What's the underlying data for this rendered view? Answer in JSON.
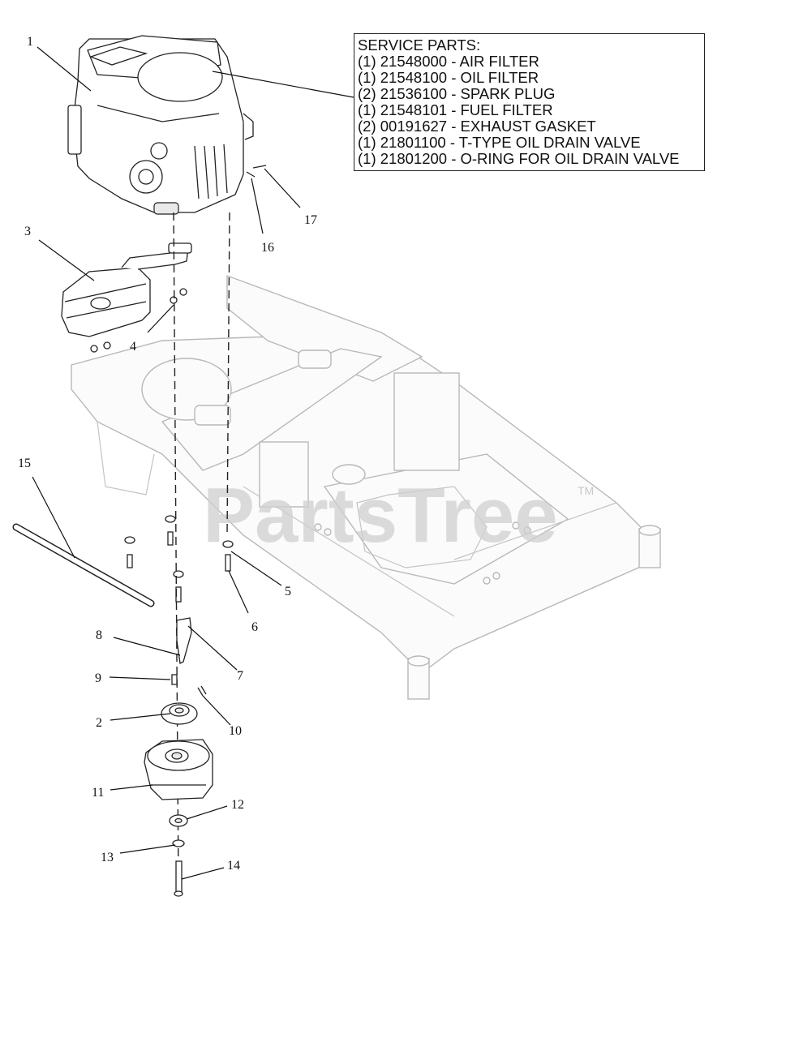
{
  "service_parts": {
    "title": "SERVICE PARTS:",
    "items": [
      "(1) 21548000 - AIR FILTER",
      "(1) 21548100 - OIL FILTER",
      "(2) 21536100 - SPARK PLUG",
      "(1) 21548101 - FUEL FILTER",
      "(2) 00191627 - EXHAUST GASKET",
      "(1) 21801100 - T-TYPE OIL DRAIN VALVE",
      "(1) 21801200 - O-RING FOR OIL DRAIN VALVE"
    ]
  },
  "callouts": {
    "c1": "1",
    "c2": "2",
    "c3": "3",
    "c4": "4",
    "c5": "5",
    "c6": "6",
    "c7": "7",
    "c8": "8",
    "c9": "9",
    "c10": "10",
    "c11": "11",
    "c12": "12",
    "c13": "13",
    "c14": "14",
    "c15": "15",
    "c16": "16",
    "c17": "17"
  },
  "watermark": {
    "text": "PartsTree",
    "mark": "TM"
  }
}
